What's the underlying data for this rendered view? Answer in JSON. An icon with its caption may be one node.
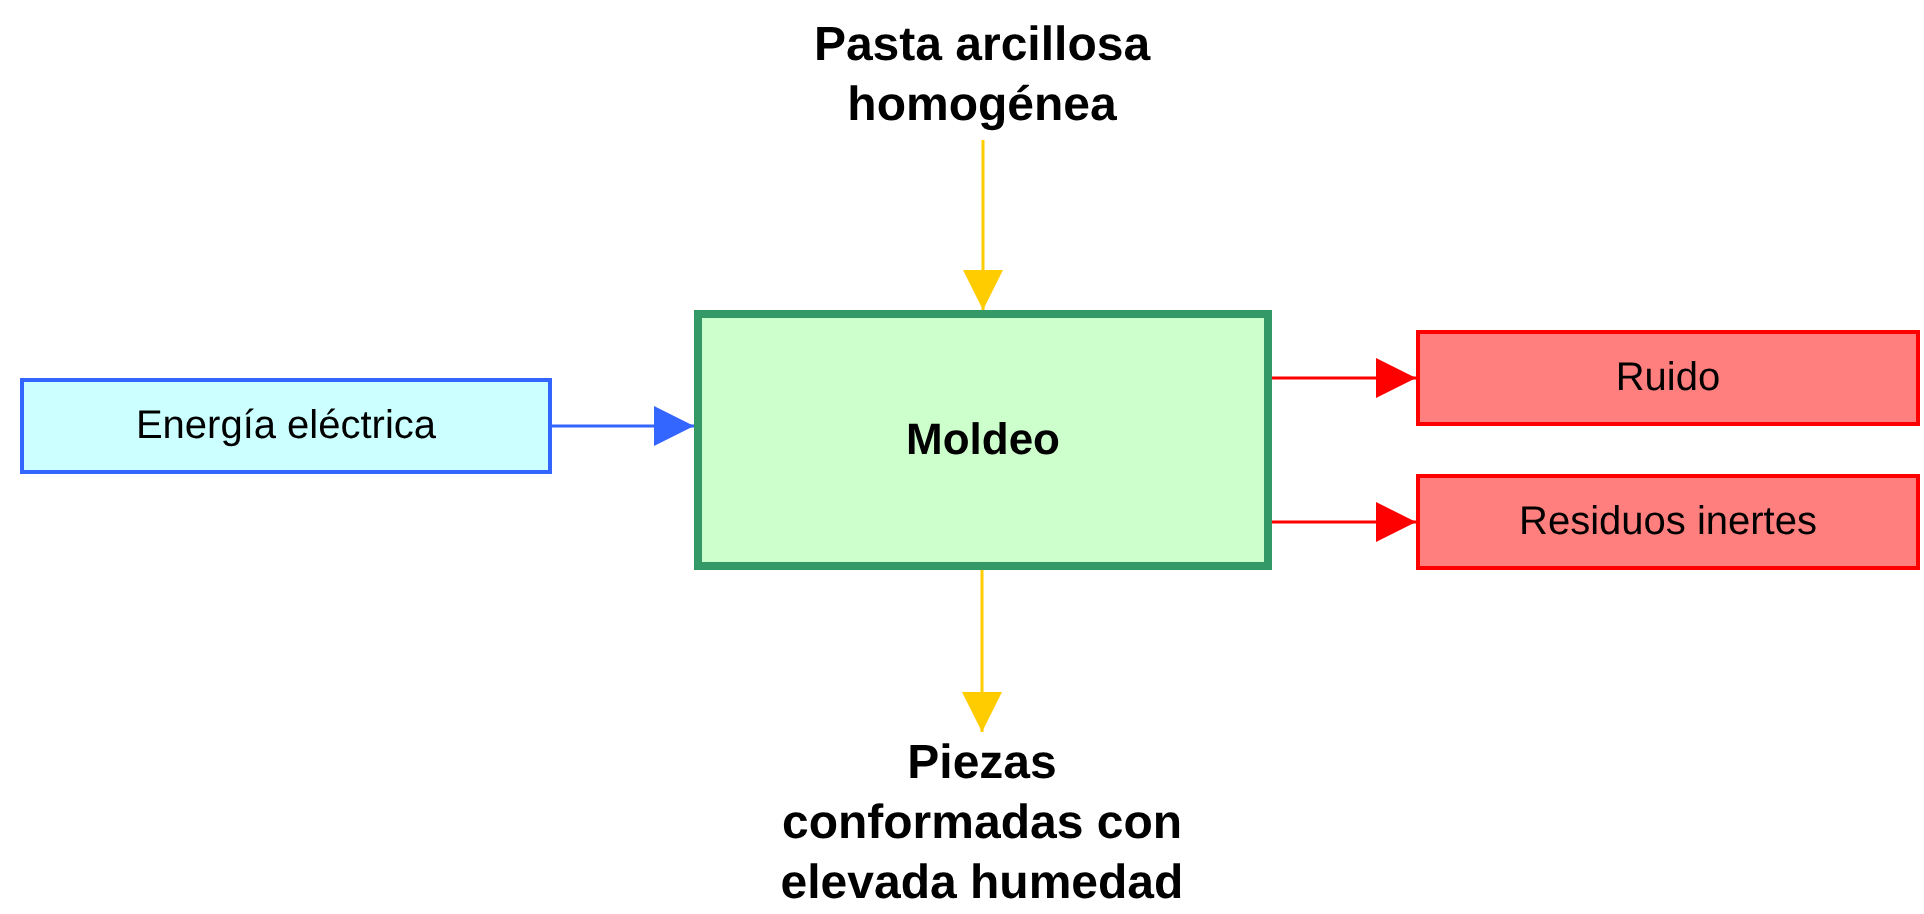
{
  "diagram": {
    "nodes": [
      {
        "text": [
          "Pasta arcillosa homogénea"
        ]
      },
      {
        "text": [
          "Energía eléctrica"
        ]
      },
      {
        "text": [
          "Moldeo"
        ]
      },
      {
        "text": [
          "Ruido"
        ]
      },
      {
        "text": [
          "Residuos inertes"
        ]
      },
      {
        "text": [
          "Piezas conformadas con elevada humedad"
        ]
      }
    ],
    "edges": [
      {
        "from": 0,
        "to": 2,
        "arrow": "to",
        "color": "#ffcc00"
      },
      {
        "from": 1,
        "to": 2,
        "arrow": "to",
        "color": "#3366ff"
      },
      {
        "from": 2,
        "to": 3,
        "arrow": "to",
        "color": "#ff0000"
      },
      {
        "from": 2,
        "to": 4,
        "arrow": "to",
        "color": "#ff0000"
      },
      {
        "from": 2,
        "to": 5,
        "arrow": "to",
        "color": "#ffcc00"
      }
    ]
  }
}
